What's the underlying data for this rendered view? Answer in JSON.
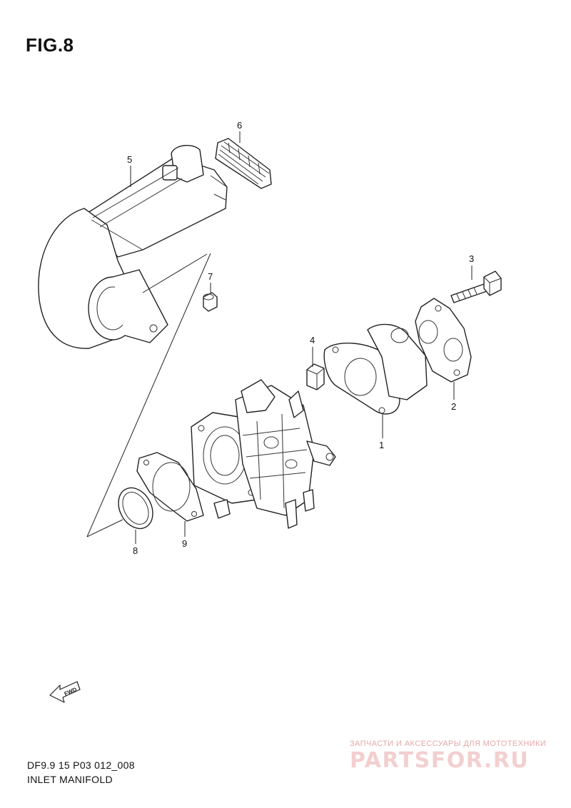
{
  "figure": {
    "title": "FIG.8"
  },
  "callouts": [
    "1",
    "2",
    "3",
    "4",
    "5",
    "6",
    "7",
    "8",
    "9"
  ],
  "fwd_label": "FWD",
  "footer": {
    "code": "DF9.9 15 P03 012_008",
    "title": "INLET MANIFOLD"
  },
  "watermark": {
    "tagline": "ЗАПЧАСТИ И АКСЕССУАРЫ ДЛЯ МОТОТЕХНИКИ",
    "brand": "PARTSFOR.RU"
  }
}
